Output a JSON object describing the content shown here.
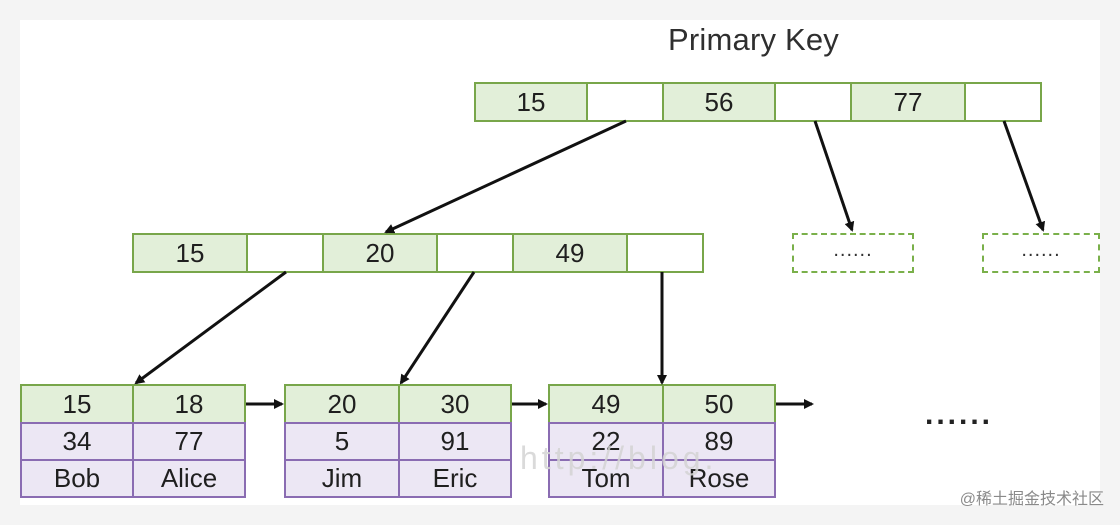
{
  "title": "Primary Key",
  "root": {
    "keys": [
      "15",
      "56",
      "77"
    ]
  },
  "level2": {
    "keys": [
      "15",
      "20",
      "49"
    ],
    "placeholders": [
      "......",
      "......"
    ]
  },
  "leaves": [
    {
      "keys": [
        "15",
        "18"
      ],
      "values": [
        "34",
        "77"
      ],
      "names": [
        "Bob",
        "Alice"
      ]
    },
    {
      "keys": [
        "20",
        "30"
      ],
      "values": [
        "5",
        "91"
      ],
      "names": [
        "Jim",
        "Eric"
      ]
    },
    {
      "keys": [
        "49",
        "50"
      ],
      "values": [
        "22",
        "89"
      ],
      "names": [
        "Tom",
        "Rose"
      ]
    }
  ],
  "more": "......",
  "watermark": "http://blog.",
  "site_label": "@稀土掘金技术社区",
  "colors": {
    "key_fill": "#e2efd9",
    "key_border": "#78a64a",
    "leaf_row_fill": "#ece7f4",
    "leaf_row_border": "#8a6cb2",
    "dashed_border": "#7ab04a",
    "arrow": "#111111"
  }
}
